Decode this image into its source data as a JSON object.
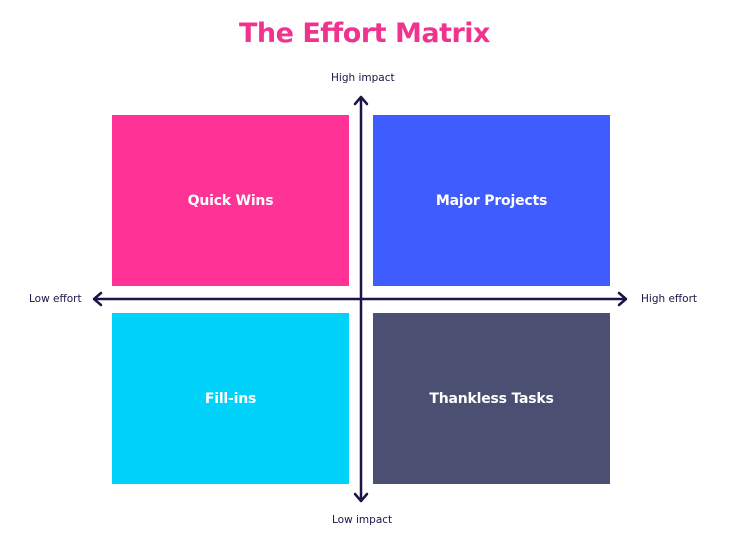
{
  "title": "The Effort Matrix",
  "axes": {
    "top": "High impact",
    "bottom": "Low impact",
    "left": "Low effort",
    "right": "High effort",
    "color": "#1c1446"
  },
  "quadrants": [
    {
      "label": "Quick Wins",
      "position": "top-left",
      "color": "#ff3296"
    },
    {
      "label": "Major Projects",
      "position": "top-right",
      "color": "#3f5cff"
    },
    {
      "label": "Fill-ins",
      "position": "bottom-left",
      "color": "#00d2fa"
    },
    {
      "label": "Thankless Tasks",
      "position": "bottom-right",
      "color": "#4b5072"
    }
  ],
  "title_color": "#f0338e"
}
